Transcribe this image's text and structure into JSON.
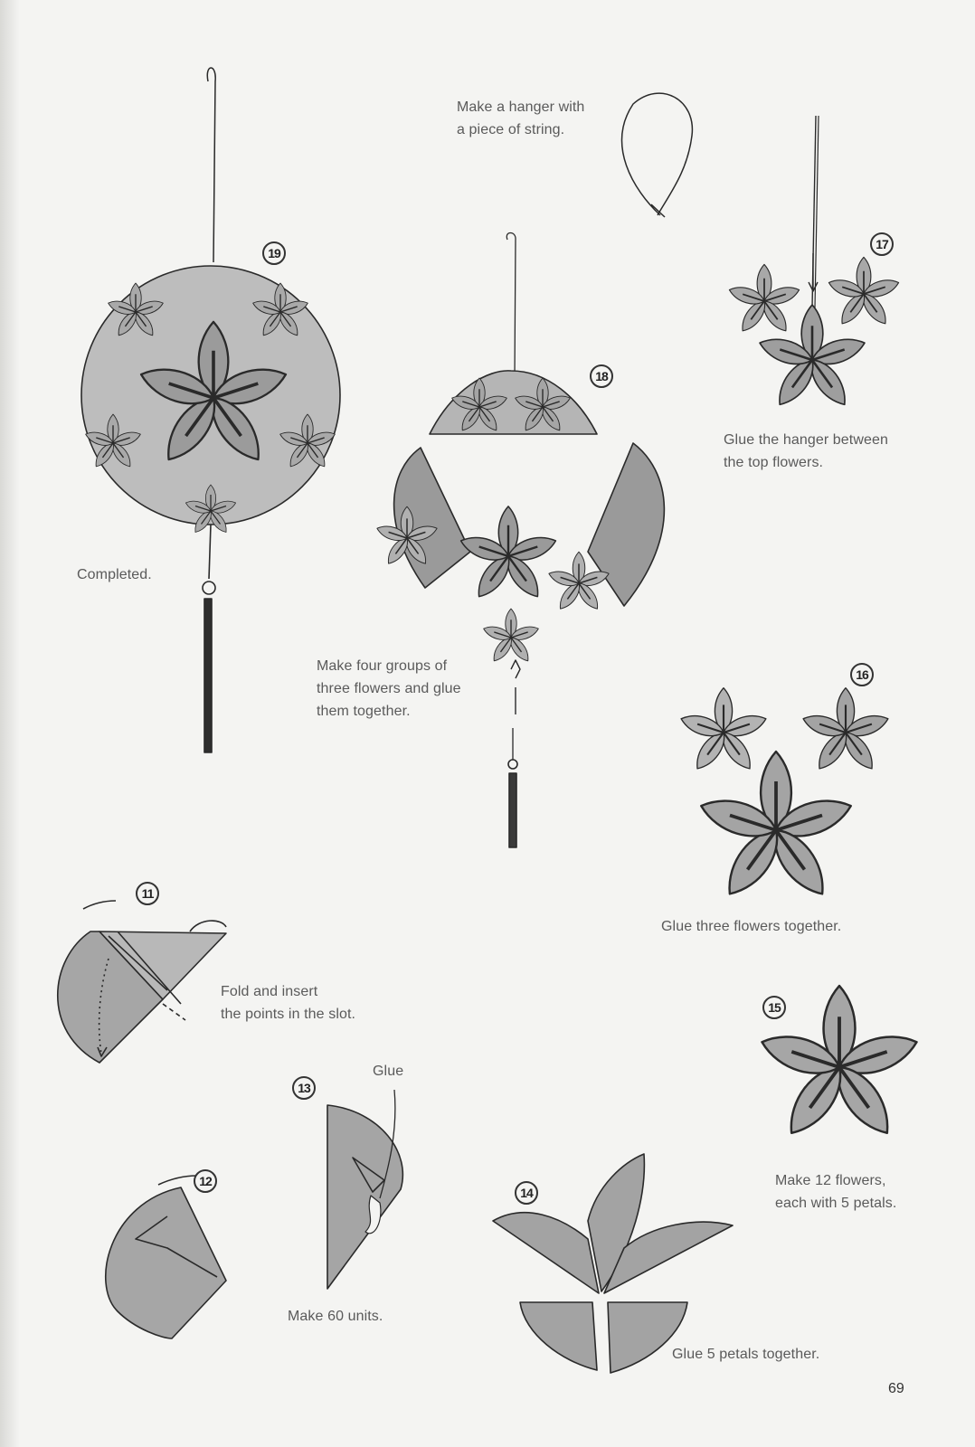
{
  "steps": [
    {
      "num": "19",
      "caption": "Completed."
    },
    {
      "num": "18",
      "caption": "Make four groups of\nthree flowers and glue\nthem together."
    },
    {
      "num": "17",
      "caption": "Glue the hanger between\nthe top flowers."
    },
    {
      "num": "16",
      "caption": "Glue three flowers together."
    },
    {
      "num": "15",
      "caption": "Make 12 flowers,\neach with 5 petals."
    },
    {
      "num": "14",
      "caption": "Glue 5 petals together."
    },
    {
      "num": "13",
      "caption": "Make 60 units.",
      "label": "Glue"
    },
    {
      "num": "12"
    },
    {
      "num": "11",
      "caption": "Fold and insert\nthe points in the slot."
    }
  ],
  "hanger_caption": "Make a hanger with\na piece of string.",
  "page_number": "69"
}
